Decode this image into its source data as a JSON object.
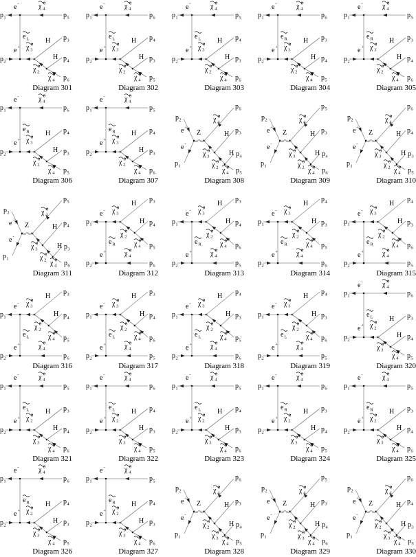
{
  "common": {
    "e_minus": "e-",
    "e_plus": "e+",
    "higgs": "H",
    "z": "Z",
    "chi_outer": "χ4",
    "p1": "p1",
    "p2": "p2"
  },
  "diagrams": [
    {
      "title": "Diagram 301",
      "type": "A",
      "slepton": "eL",
      "chain": [
        "χ3",
        "χ2"
      ],
      "top": "p5",
      "h1": "p3",
      "h2": "p4",
      "end": "p6"
    },
    {
      "title": "Diagram 302",
      "type": "A",
      "slepton": "eL",
      "chain": [
        "χ3",
        "χ2"
      ],
      "top": "p6",
      "h1": "p4",
      "h2": "p3",
      "end": "p5"
    },
    {
      "title": "Diagram 303",
      "type": "A",
      "slepton": "eL",
      "chain": [
        "χ3",
        "χ2"
      ],
      "top": "p5",
      "h1": "p4",
      "h2": "p3",
      "end": "p6"
    },
    {
      "title": "Diagram 304",
      "type": "A",
      "slepton": "eR",
      "chain": [
        "χ3",
        "χ2"
      ],
      "top": "p6",
      "h1": "p3",
      "h2": "p4",
      "end": "p5"
    },
    {
      "title": "Diagram 305",
      "type": "A",
      "slepton": "eR",
      "chain": [
        "χ3",
        "χ2"
      ],
      "top": "p5",
      "h1": "p3",
      "h2": "p4",
      "end": "p6"
    },
    {
      "title": "Diagram 306",
      "type": "A",
      "slepton": "eR",
      "chain": [
        "χ3",
        "χ2"
      ],
      "top": "p6",
      "h1": "p4",
      "h2": "p3",
      "end": "p5"
    },
    {
      "title": "Diagram 307",
      "type": "A",
      "slepton": "eR",
      "chain": [
        "χ3",
        "χ2"
      ],
      "top": "p5",
      "h1": "p4",
      "h2": "p3",
      "end": "p6"
    },
    {
      "title": "Diagram 308",
      "type": "C",
      "chain": [
        "χ3",
        "χ2"
      ],
      "top": "p6",
      "h1": "p3",
      "h2": "p4",
      "end": "p5"
    },
    {
      "title": "Diagram 309",
      "type": "C",
      "chain": [
        "χ3",
        "χ2"
      ],
      "top": "p5",
      "h1": "p3",
      "h2": "p4",
      "end": "p6"
    },
    {
      "title": "Diagram 310",
      "type": "C",
      "chain": [
        "χ3",
        "χ2"
      ],
      "top": "p6",
      "h1": "p4",
      "h2": "p3",
      "end": "p5"
    },
    {
      "title": "Diagram 311",
      "type": "C",
      "chain": [
        "χ3",
        "χ2"
      ],
      "top": "p5",
      "h1": "p4",
      "h2": "p3",
      "end": "p6"
    },
    {
      "title": "Diagram 312",
      "type": "B",
      "slepton": "eR",
      "chain": [
        "χ3",
        "χ2"
      ],
      "h1": "p3",
      "h2": "p4",
      "end": "p5",
      "bottom": "p6"
    },
    {
      "title": "Diagram 313",
      "type": "B",
      "slepton": "eR",
      "chain": [
        "χ3",
        "χ2"
      ],
      "h1": "p3",
      "h2": "p4",
      "end": "p6",
      "bottom": "p5"
    },
    {
      "title": "Diagram 314",
      "type": "B",
      "slepton": "eR",
      "chain": [
        "χ3",
        "χ2"
      ],
      "h1": "p4",
      "h2": "p3",
      "end": "p5",
      "bottom": "p6"
    },
    {
      "title": "Diagram 315",
      "type": "B",
      "slepton": "eR",
      "chain": [
        "χ3",
        "χ2"
      ],
      "h1": "p4",
      "h2": "p3",
      "end": "p6",
      "bottom": "p5"
    },
    {
      "title": "Diagram 316",
      "type": "B",
      "slepton": "eL",
      "chain": [
        "χ3",
        "χ2"
      ],
      "h1": "p3",
      "h2": "p4",
      "end": "p5",
      "bottom": "p6"
    },
    {
      "title": "Diagram 317",
      "type": "B",
      "slepton": "eL",
      "chain": [
        "χ3",
        "χ2"
      ],
      "h1": "p3",
      "h2": "p4",
      "end": "p6",
      "bottom": "p5"
    },
    {
      "title": "Diagram 318",
      "type": "B",
      "slepton": "eL",
      "chain": [
        "χ3",
        "χ2"
      ],
      "h1": "p4",
      "h2": "p3",
      "end": "p5",
      "bottom": "p6"
    },
    {
      "title": "Diagram 319",
      "type": "B",
      "slepton": "eL",
      "chain": [
        "χ3",
        "χ2"
      ],
      "h1": "p4",
      "h2": "p3",
      "end": "p6",
      "bottom": "p5"
    },
    {
      "title": "Diagram 320",
      "type": "A",
      "slepton": "eL",
      "chain": [
        "χ2",
        "χ3"
      ],
      "top": "p6",
      "h1": "p3",
      "h2": "p4",
      "end": "p5"
    },
    {
      "title": "Diagram 321",
      "type": "A",
      "slepton": "eL",
      "chain": [
        "χ2",
        "χ3"
      ],
      "top": "p5",
      "h1": "p3",
      "h2": "p4",
      "end": "p6"
    },
    {
      "title": "Diagram 322",
      "type": "A",
      "slepton": "eL",
      "chain": [
        "χ2",
        "χ3"
      ],
      "top": "p6",
      "h1": "p4",
      "h2": "p3",
      "end": "p5"
    },
    {
      "title": "Diagram 323",
      "type": "A",
      "slepton": "eL",
      "chain": [
        "χ2",
        "χ3"
      ],
      "top": "p5",
      "h1": "p4",
      "h2": "p3",
      "end": "p6"
    },
    {
      "title": "Diagram 324",
      "type": "A",
      "slepton": "eR",
      "chain": [
        "χ2",
        "χ3"
      ],
      "top": "p6",
      "h1": "p3",
      "h2": "p4",
      "end": "p5"
    },
    {
      "title": "Diagram 325",
      "type": "A",
      "slepton": "eR",
      "chain": [
        "χ2",
        "χ3"
      ],
      "top": "p5",
      "h1": "p3",
      "h2": "p4",
      "end": "p6"
    },
    {
      "title": "Diagram 326",
      "type": "A",
      "slepton": "eR",
      "chain": [
        "χ2",
        "χ3"
      ],
      "top": "p6",
      "h1": "p4",
      "h2": "p3",
      "end": "p5"
    },
    {
      "title": "Diagram 327",
      "type": "A",
      "slepton": "eR",
      "chain": [
        "χ2",
        "χ3"
      ],
      "top": "p5",
      "h1": "p4",
      "h2": "p3",
      "end": "p6"
    },
    {
      "title": "Diagram 328",
      "type": "C",
      "chain": [
        "χ2",
        "χ3"
      ],
      "top": "p6",
      "h1": "p3",
      "h2": "p4",
      "end": "p5"
    },
    {
      "title": "Diagram 329",
      "type": "C",
      "chain": [
        "χ2",
        "χ3"
      ],
      "top": "p5",
      "h1": "p3",
      "h2": "p4",
      "end": "p6"
    },
    {
      "title": "Diagram 330",
      "type": "C",
      "chain": [
        "χ2",
        "χ3"
      ],
      "top": "p6",
      "h1": "p4",
      "h2": "p3",
      "end": "p5"
    }
  ]
}
